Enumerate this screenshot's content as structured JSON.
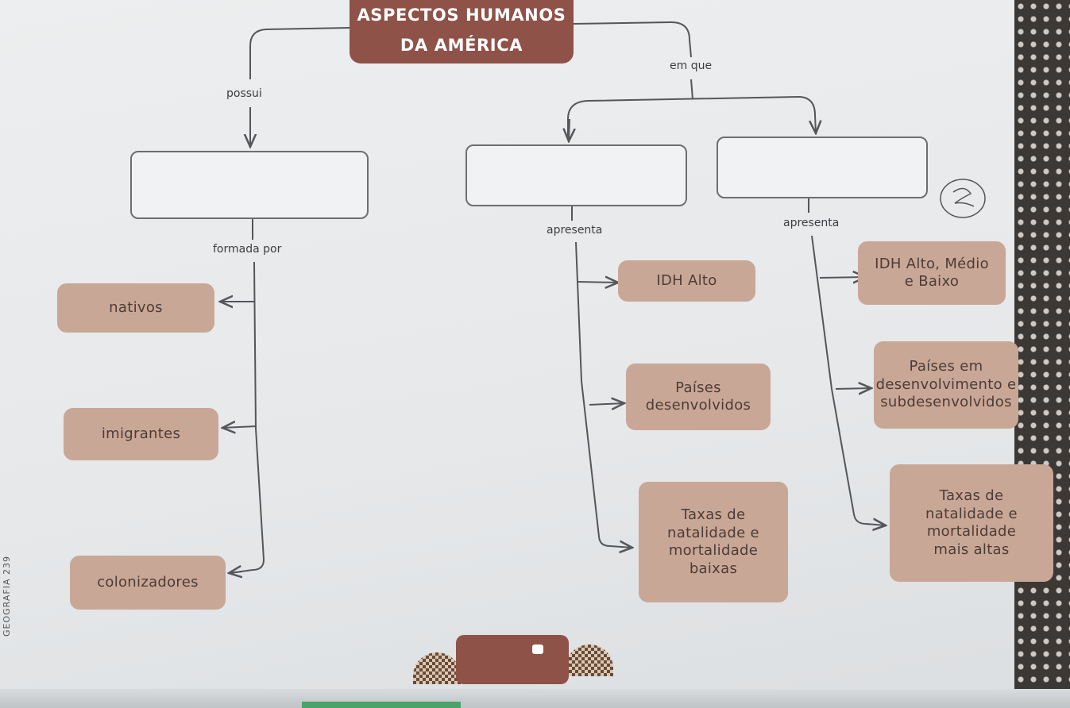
{
  "title": "ASPECTOS HUMANOS\nDA AMÉRICA",
  "labels": {
    "possui": "possui",
    "em_que": "em que",
    "formada_por": "formada por",
    "apresenta_left": "apresenta",
    "apresenta_right": "apresenta"
  },
  "left_column": [
    "nativos",
    "imigrantes",
    "colonizadores"
  ],
  "middle_column": [
    "IDH Alto",
    "Países\ndesenvolvidos",
    "Taxas de\nnatalidade e\nmortalidade\nbaixas"
  ],
  "right_column": [
    "IDH Alto, Médio\ne Baixo",
    "Países em\ndesenvolvimento e\nsubdesenvolvidos",
    "Taxas de\nnatalidade e\nmortalidade\nmais altas"
  ],
  "page_side": "GEOGRAFIA 239",
  "colors": {
    "title_bg": "#8e5249",
    "box_fill": "#c9a797",
    "line": "#55565a"
  }
}
